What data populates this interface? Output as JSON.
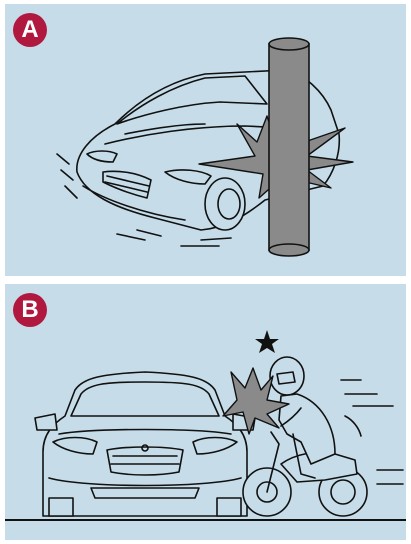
{
  "panels": [
    {
      "label": "A",
      "scene": "car-pole-collision",
      "badge_color": "#b0183f",
      "background_color": "#c6dde9"
    },
    {
      "label": "B",
      "scene": "car-motorcycle-collision",
      "badge_color": "#b0183f",
      "background_color": "#c6dde9"
    }
  ],
  "colors": {
    "pole": "#8a8a8a",
    "impact_burst": "#8a8a8a",
    "line_art": "#111111"
  }
}
